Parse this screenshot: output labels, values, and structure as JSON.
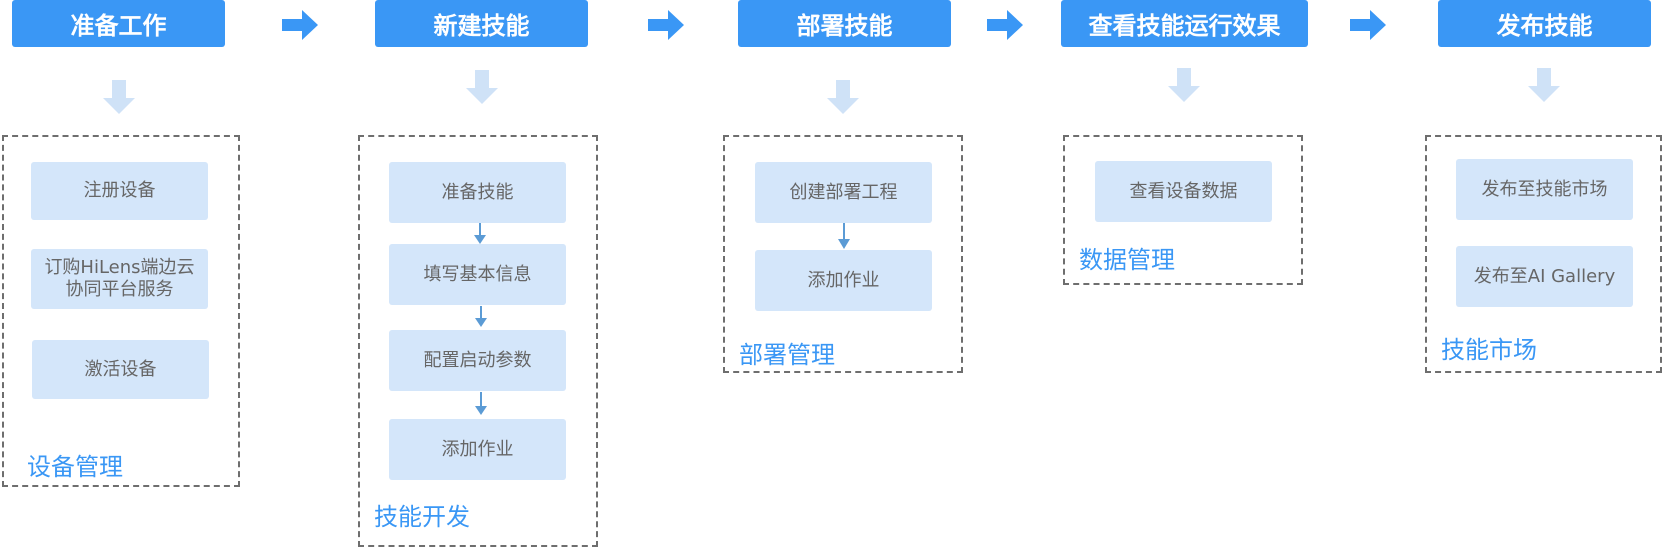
{
  "colors": {
    "stage_bg": "#3a97f5",
    "item_bg": "#d4e6fa",
    "down_arrow": "#cfe2f7",
    "connector": "#5b9bd5",
    "group_label": "#3a97f5"
  },
  "stages": [
    {
      "label": "准备工作"
    },
    {
      "label": "新建技能"
    },
    {
      "label": "部署技能"
    },
    {
      "label": "查看技能运行效果"
    },
    {
      "label": "发布技能"
    }
  ],
  "groups": [
    {
      "label": "设备管理",
      "items": [
        "注册设备",
        "订购HiLens端边云协同平台服务",
        "激活设备"
      ]
    },
    {
      "label": "技能开发",
      "items": [
        "准备技能",
        "填写基本信息",
        "配置启动参数",
        "添加作业"
      ]
    },
    {
      "label": "部署管理",
      "items": [
        "创建部署工程",
        "添加作业"
      ]
    },
    {
      "label": "数据管理",
      "items": [
        "查看设备数据"
      ]
    },
    {
      "label": "技能市场",
      "items": [
        "发布至技能市场",
        "发布至AI Gallery"
      ]
    }
  ],
  "icons": {
    "stage_arrow": "right-arrow-icon",
    "stage_to_group": "down-arrow-icon",
    "step_connector": "down-connector-icon"
  }
}
